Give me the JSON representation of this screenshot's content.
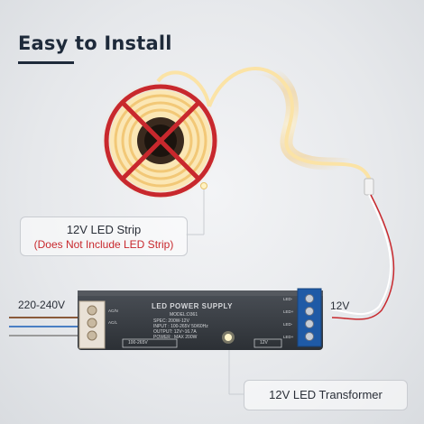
{
  "title": "Easy to Install",
  "strip_label": {
    "line1": "12V LED Strip",
    "line2": "(Does Not Include LED Strip)"
  },
  "transformer_label": "12V LED Transformer",
  "input_voltage": "220-240V",
  "output_voltage": "12V",
  "psu": {
    "heading": "LED POWER SUPPLY",
    "model": "MODEL:D361",
    "spec": "SPEC:  200W-12V",
    "input": "INPUT : 100-265V 50/60Hz",
    "output": "OUTPUT: 12V~16.7A",
    "power": "POWER : MAX 200W",
    "in_tag": "100-265V",
    "out_tag": "12V",
    "ac_terminals": [
      "AC/N",
      "AC/L"
    ],
    "dc_terminals": [
      "LED-",
      "LED+",
      "LED-",
      "LED+"
    ]
  },
  "colors": {
    "prohibited": "#c8282d",
    "strip_glow": "#f6c56a",
    "psu_body": "#3b3f45",
    "terminal_blue": "#1f5aa6",
    "title": "#1e2a3a"
  },
  "icons": [
    "prohibited-icon",
    "indicator-led-icon"
  ]
}
